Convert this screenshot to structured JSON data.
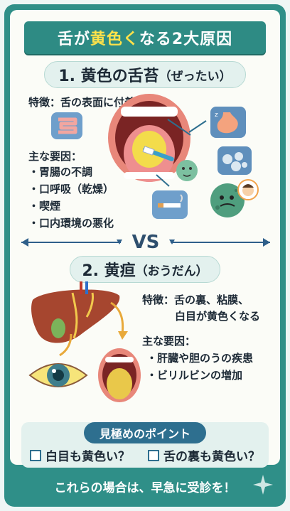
{
  "title": {
    "pre": "舌が",
    "highlight": "黄色く",
    "post": "なる2大原因"
  },
  "section1": {
    "heading": "1. 黄色の舌苔",
    "reading": "（ぜったい）",
    "feature": "特徴：舌の表面に付着",
    "causes_label": "主な要因：",
    "causes": [
      "・胃腸の不調",
      "・口呼吸（乾燥）",
      "・喫煙",
      "・口内環境の悪化"
    ]
  },
  "vs": "VS",
  "section2": {
    "heading": "2. 黄疸",
    "reading": "（おうだん）",
    "feature_line1": "特徴：舌の裏、粘膜、",
    "feature_line2": "白目が黄色くなる",
    "causes_label": "主な要因：",
    "causes": [
      "・肝臓や胆のうの疾患",
      "・ビリルビンの増加"
    ]
  },
  "points": {
    "title": "見極めのポイント",
    "items": [
      "白目も黄色い？",
      "舌の裏も黄色い？"
    ]
  },
  "footer": "これらの場合は、早急に受診を！",
  "colors": {
    "teal": "#2e8b84",
    "yellow": "#ffe24a",
    "navy": "#2e6f8f",
    "background": "#fbfcf7"
  },
  "icons": [
    "intestine-icon",
    "stomach-icon",
    "cigarette-icon",
    "bacteria-icon",
    "mouth-icon",
    "liver-icon",
    "eye-icon",
    "sparkle-icon",
    "checkbox-icon"
  ]
}
